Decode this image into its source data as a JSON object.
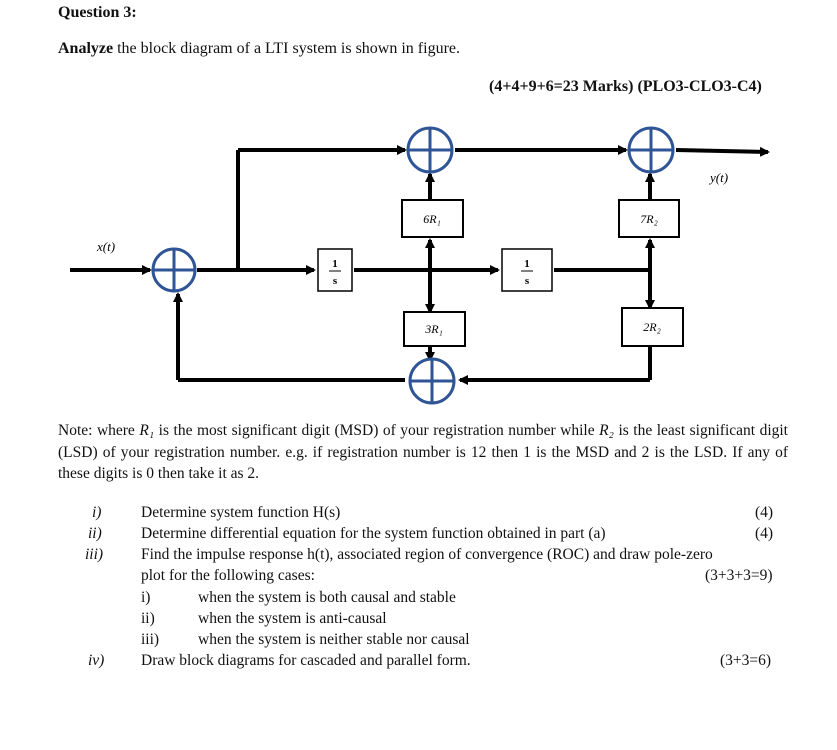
{
  "question_title": "Question 3:",
  "intro": {
    "bold": "Analyze",
    "rest": " the block diagram of a LTI system is shown in figure."
  },
  "marks": "(4+4+9+6=23 Marks) (PLO3-CLO3-C4)",
  "diagram": {
    "input_label": "x(t)",
    "output_label": "y(t)",
    "integrator_num": "1",
    "integrator_den": "s",
    "gain_top_left": "6R₁",
    "gain_top_right": "7R₂",
    "gain_bottom_left": "3R₁",
    "gain_bottom_right": "2R₂"
  },
  "note": {
    "p1": "Note: where ",
    "r1": "R₁",
    "p2": " is the most significant digit (MSD) of your registration number while ",
    "r2": "R₂",
    "p3": " is the least significant digit (LSD) of your registration number. e.g. if registration number is 12 then 1 is the MSD and 2 is the LSD. If any of these digits is 0 then take it as 2."
  },
  "items": [
    {
      "num": "i)",
      "text": "Determine system function H(s)",
      "mark": "(4)"
    },
    {
      "num": "ii)",
      "text": "Determine differential equation for the system function obtained in part (a)",
      "mark": "(4)"
    },
    {
      "num": "iii)",
      "text": "Find the impulse response h(t), associated region of convergence (ROC) and draw pole-zero",
      "text2": "plot for the following cases:",
      "mark": "(3+3+3=9)"
    },
    {
      "num": "iv)",
      "text": "Draw block diagrams for cascaded and parallel form.",
      "mark": "(3+3=6)"
    }
  ],
  "subitems": [
    {
      "num": "i)",
      "text": "when the system is both causal and stable"
    },
    {
      "num": "ii)",
      "text": "when the system is anti-causal"
    },
    {
      "num": "iii)",
      "text": "when the system is neither stable nor causal"
    }
  ]
}
